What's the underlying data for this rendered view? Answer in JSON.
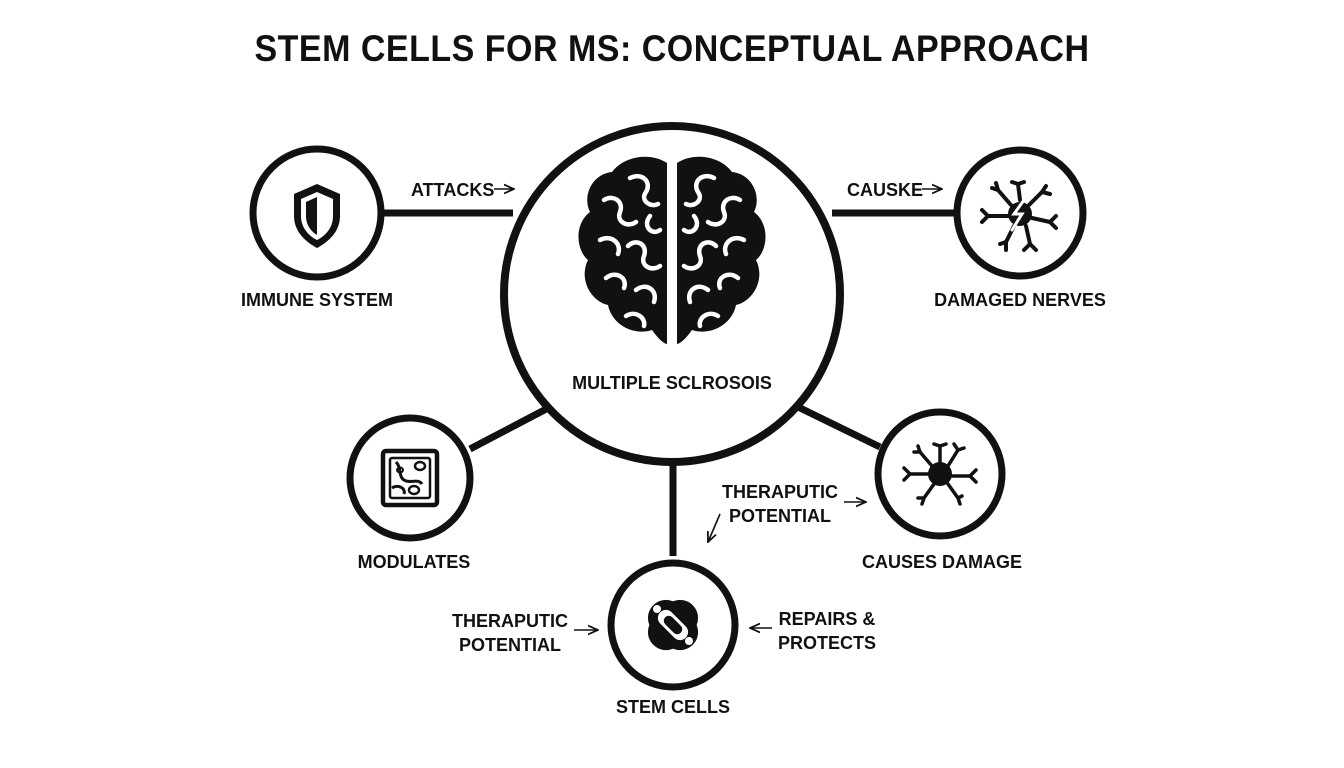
{
  "title": "STEM CELLS FOR MS: CONCEPTUAL APPROACH",
  "center": {
    "label": "MULTIPLE SCLROSOIS",
    "icon": "brain-icon"
  },
  "nodes": {
    "immune_system": {
      "label": "IMMUNE SYSTEM",
      "icon": "shield-icon"
    },
    "damaged_nerves": {
      "label": "DAMAGED NERVES",
      "icon": "damaged-neuron-icon"
    },
    "modulates": {
      "label": "MODULATES",
      "icon": "cell-grid-icon"
    },
    "causes_damage": {
      "label": "CAUSES DAMAGE",
      "icon": "neuron-icon"
    },
    "stem_cells": {
      "label": "STEM CELLS",
      "icon": "stem-cell-icon"
    }
  },
  "edge_labels": {
    "attacks": "ATTACKS",
    "causke": "CAUSKE",
    "therapeutic_right_1": "THERAPUTIC",
    "therapeutic_right_2": "POTENTIAL",
    "therapeutic_left_1": "THERAPUTIC",
    "therapeutic_left_2": "POTENTIAL",
    "repairs_1": "REPAIRS &",
    "repairs_2": "PROTECTS"
  },
  "colors": {
    "stroke": "#111111",
    "background": "#ffffff"
  }
}
